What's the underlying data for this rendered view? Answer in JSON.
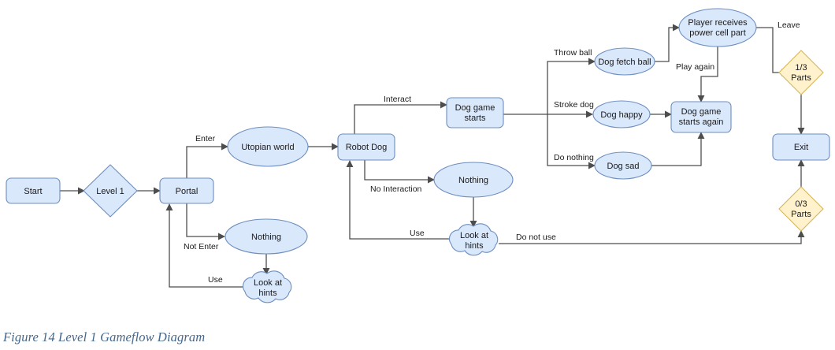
{
  "figure": {
    "caption": "Figure 14 Level 1 Gameflow Diagram"
  },
  "palette": {
    "process_fill": "#dae8fc",
    "process_stroke": "#6c8ebf",
    "decision_fill": "#fff2cc",
    "decision_stroke": "#d6b656",
    "edge_stroke": "#4d4d4d",
    "caption_color": "#44688c",
    "background": "#ffffff"
  },
  "diagram": {
    "type": "flowchart",
    "title": "Level 1 Gameflow Diagram",
    "nodes": [
      {
        "id": "start",
        "label": "Start",
        "shape": "rounded-rect",
        "style": "blue"
      },
      {
        "id": "level1",
        "label": "Level 1",
        "shape": "diamond",
        "style": "blue"
      },
      {
        "id": "portal",
        "label": "Portal",
        "shape": "rounded-rect",
        "style": "blue"
      },
      {
        "id": "utopian",
        "label": "Utopian world",
        "shape": "ellipse",
        "style": "blue"
      },
      {
        "id": "nothing1",
        "label": "Nothing",
        "shape": "ellipse",
        "style": "blue"
      },
      {
        "id": "hints1",
        "label": "Look at hints",
        "shape": "cloud",
        "style": "blue"
      },
      {
        "id": "robotdog",
        "label": "Robot Dog",
        "shape": "rounded-rect",
        "style": "blue"
      },
      {
        "id": "doggame",
        "label": "Dog game starts",
        "shape": "rounded-rect",
        "style": "blue"
      },
      {
        "id": "nothing2",
        "label": "Nothing",
        "shape": "ellipse",
        "style": "blue"
      },
      {
        "id": "hints2",
        "label": "Look at hints",
        "shape": "cloud",
        "style": "blue"
      },
      {
        "id": "fetch",
        "label": "Dog fetch ball",
        "shape": "ellipse",
        "style": "blue"
      },
      {
        "id": "happy",
        "label": "Dog happy",
        "shape": "ellipse",
        "style": "blue"
      },
      {
        "id": "sad",
        "label": "Dog sad",
        "shape": "ellipse",
        "style": "blue"
      },
      {
        "id": "powercell",
        "label": "Player receives power cell part",
        "shape": "ellipse",
        "style": "blue"
      },
      {
        "id": "doggameagain",
        "label": "Dog game starts again",
        "shape": "rounded-rect",
        "style": "blue"
      },
      {
        "id": "parts13",
        "label": "1/3 Parts",
        "shape": "diamond",
        "style": "tan"
      },
      {
        "id": "parts03",
        "label": "0/3 Parts",
        "shape": "diamond",
        "style": "tan"
      },
      {
        "id": "exit",
        "label": "Exit",
        "shape": "rounded-rect",
        "style": "blue"
      }
    ],
    "node_text": {
      "start": "Start",
      "level1": "Level 1",
      "portal": "Portal",
      "utopian": "Utopian world",
      "nothing1": "Nothing",
      "hints1_line1": "Look at",
      "hints1_line2": "hints",
      "robotdog": "Robot Dog",
      "doggame_line1": "Dog game",
      "doggame_line2": "starts",
      "nothing2": "Nothing",
      "hints2_line1": "Look at",
      "hints2_line2": "hints",
      "fetch": "Dog fetch ball",
      "happy": "Dog happy",
      "sad": "Dog sad",
      "powercell_line1": "Player receives",
      "powercell_line2": "power cell part",
      "doggameagain_line1": "Dog game",
      "doggameagain_line2": "starts again",
      "parts13_line1": "1/3",
      "parts13_line2": "Parts",
      "parts03_line1": "0/3",
      "parts03_line2": "Parts",
      "exit": "Exit"
    },
    "edges": [
      {
        "id": "e1",
        "from": "start",
        "to": "level1",
        "label": ""
      },
      {
        "id": "e2",
        "from": "level1",
        "to": "portal",
        "label": ""
      },
      {
        "id": "e3",
        "from": "portal",
        "to": "utopian",
        "label": "Enter"
      },
      {
        "id": "e4",
        "from": "portal",
        "to": "nothing1",
        "label": "Not Enter"
      },
      {
        "id": "e5",
        "from": "nothing1",
        "to": "hints1",
        "label": ""
      },
      {
        "id": "e6",
        "from": "hints1",
        "to": "portal",
        "label": "Use"
      },
      {
        "id": "e7",
        "from": "utopian",
        "to": "robotdog",
        "label": ""
      },
      {
        "id": "e8",
        "from": "robotdog",
        "to": "doggame",
        "label": "Interact"
      },
      {
        "id": "e9",
        "from": "robotdog",
        "to": "nothing2",
        "label": "No Interaction"
      },
      {
        "id": "e10",
        "from": "nothing2",
        "to": "hints2",
        "label": ""
      },
      {
        "id": "e11",
        "from": "hints2",
        "to": "robotdog",
        "label": "Use"
      },
      {
        "id": "e12",
        "from": "hints2",
        "to": "parts03",
        "label": "Do not use"
      },
      {
        "id": "e13",
        "from": "doggame",
        "to": "fetch",
        "label": "Throw ball"
      },
      {
        "id": "e14",
        "from": "doggame",
        "to": "happy",
        "label": "Stroke dog"
      },
      {
        "id": "e15",
        "from": "doggame",
        "to": "sad",
        "label": "Do nothing"
      },
      {
        "id": "e16",
        "from": "fetch",
        "to": "powercell",
        "label": ""
      },
      {
        "id": "e17",
        "from": "powercell",
        "to": "doggameagain",
        "label": "Play again"
      },
      {
        "id": "e18",
        "from": "powercell",
        "to": "parts13",
        "label": "Leave"
      },
      {
        "id": "e19",
        "from": "happy",
        "to": "doggameagain",
        "label": ""
      },
      {
        "id": "e20",
        "from": "sad",
        "to": "doggameagain",
        "label": ""
      },
      {
        "id": "e21",
        "from": "parts13",
        "to": "exit",
        "label": ""
      },
      {
        "id": "e22",
        "from": "parts03",
        "to": "exit",
        "label": ""
      }
    ],
    "edge_labels": {
      "enter": "Enter",
      "not_enter": "Not Enter",
      "use_portal": "Use",
      "interact": "Interact",
      "no_interaction": "No Interaction",
      "use_robotdog": "Use",
      "do_not_use": "Do not use",
      "throw_ball": "Throw ball",
      "stroke_dog": "Stroke dog",
      "do_nothing": "Do nothing",
      "play_again": "Play again",
      "leave": "Leave"
    }
  }
}
